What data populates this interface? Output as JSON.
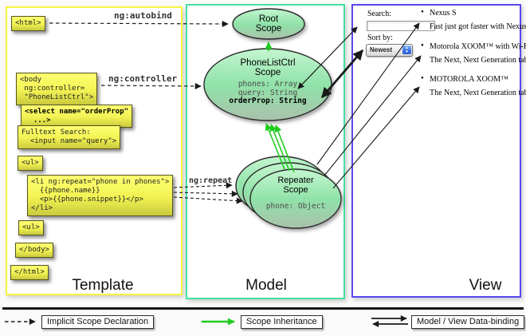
{
  "diagram": {
    "panels": {
      "template": {
        "label": "Template"
      },
      "model": {
        "label": "Model"
      },
      "view": {
        "label": "View"
      }
    },
    "code_boxes": {
      "html_open": "<html>",
      "body_open": "<body\n ng:controller=\n \"PhoneListCtrl\">",
      "select_box": "<select name=\"orderProp\"\n  ...>",
      "fulltext_box": "Fulltext Search:\n  <input name=\"query\">",
      "ul_open": "<ul>",
      "li_repeat": "<li ng:repeat=\"phone in phones\">\n  {{phone.name}}\n  <p>{{phone.snippet}}</p>\n</li>",
      "ul_close": "<ul>",
      "body_close": "</body>",
      "html_close": "</html>"
    },
    "arrow_labels": {
      "autobind": "ng:autobind",
      "controller": "ng:controller",
      "repeat": "ng:repeat"
    },
    "scopes": {
      "root": {
        "title": "Root\nScope"
      },
      "phonelist": {
        "title": "PhoneListCtrl\nScope",
        "prop1": "phones: Array",
        "prop2": "query: String",
        "prop3": "orderProp: String"
      },
      "repeater": {
        "title": "Repeater\nScope",
        "prop": "phone: Object"
      }
    }
  },
  "view": {
    "search_label": "Search:",
    "search_value": "",
    "sort_label": "Sort by:",
    "sort_value": "Newest",
    "items": [
      {
        "title": "Nexus S",
        "desc": "Fast just got faster with Nexus S."
      },
      {
        "title": "Motorola XOOM™ with Wi-Fi",
        "desc": "The Next, Next Generation tablet."
      },
      {
        "title": "MOTOROLA XOOM™",
        "desc": "The Next, Next Generation tablet."
      }
    ]
  },
  "legend": {
    "implicit_label": "Implicit Scope Declaration",
    "inheritance_label": "Scope Inheritance",
    "databinding_label": "Model / View Data-binding"
  },
  "icons": {
    "stepper_up": "▲",
    "stepper_down": "▼"
  },
  "colors": {
    "template_border": "#f6f63c",
    "model_border": "#44e0a0",
    "view_border": "#5847ef",
    "inheritance_green": "#1fcc1f",
    "arrow_black": "#1a1a1a"
  }
}
